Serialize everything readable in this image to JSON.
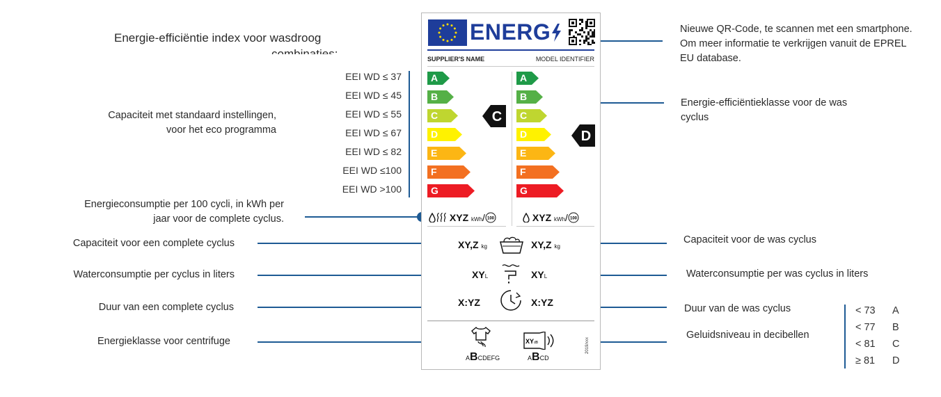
{
  "title_line1": "Energie-efficiëntie index voor wasdroog",
  "title_line2": "combinaties:",
  "left_annotations": {
    "capaciteit_std_1": "Capaciteit met standaard instellingen,",
    "capaciteit_std_2": "voor het eco programma",
    "energie_1": "Energieconsumptie per 100 cycli, in kWh per",
    "energie_2": "jaar voor de complete cyclus.",
    "capaciteit_complete": "Capaciteit voor een complete cyclus",
    "water_complete": "Waterconsumptie per cyclus in liters",
    "duur_complete": "Duur van een complete cyclus",
    "centrifuge": "Energieklasse voor centrifuge"
  },
  "right_annotations": {
    "qr_1": "Nieuwe QR-Code, te scannen met een smartphone.",
    "qr_2": "Om meer informatie te verkrijgen vanuit de EPREL",
    "qr_3": "EU database.",
    "klasse_1": "Energie-efficiëntieklasse voor de was",
    "klasse_2": "cyclus",
    "capaciteit_was": "Capaciteit voor de was cyclus",
    "water_was": "Waterconsumptie per was cyclus in liters",
    "duur_was": "Duur van de was cyclus",
    "geluid": "Geluidsniveau in decibellen"
  },
  "eei_thresholds": [
    "EEI WD ≤ 37",
    "EEI WD ≤ 45",
    "EEI WD ≤ 55",
    "EEI WD ≤ 67",
    "EEI WD ≤ 82",
    "EEI WD ≤100",
    "EEI WD >100"
  ],
  "label": {
    "energy_word": "ENERG",
    "supplier": "SUPPLIER'S NAME",
    "model": "MODEL IDENTIFIER",
    "classes": [
      "A",
      "B",
      "C",
      "D",
      "E",
      "F",
      "G"
    ],
    "class_colors": [
      "#1f9a48",
      "#55b047",
      "#bfd630",
      "#fff200",
      "#fcb614",
      "#f37021",
      "#ed1c24"
    ],
    "left_class": "C",
    "right_class": "D",
    "energy_value": "XYZ",
    "energy_unit": "kWh",
    "cycles": "100",
    "capacity_value": "XY,Z",
    "capacity_unit": "kg",
    "water_value": "XY",
    "water_unit": "L",
    "duration_value": "X:YZ",
    "db_value": "XY",
    "db_unit": "dB",
    "spin_prefix": "A",
    "spin_class": "B",
    "spin_suffix": "CDEFG",
    "noise_prefix": "A",
    "noise_class": "B",
    "noise_suffix": "CD",
    "regulation": "2019/xxx"
  },
  "noise_table": [
    {
      "threshold": "< 73",
      "class": "A"
    },
    {
      "threshold": "< 77",
      "class": "B"
    },
    {
      "threshold": "< 81",
      "class": "C"
    },
    {
      "threshold": "≥ 81",
      "class": "D"
    }
  ],
  "colors": {
    "accent": "#1d5a94",
    "eu_blue": "#1e3d9a",
    "eu_star": "#ffdd00"
  },
  "icons": [
    "eu-flag-icon",
    "qr-code-icon",
    "lightning-icon",
    "water-drop-icon",
    "heat-icon",
    "laundry-basket-icon",
    "water-tap-icon",
    "clock-icon",
    "t-shirt-spin-icon",
    "speaker-icon"
  ]
}
